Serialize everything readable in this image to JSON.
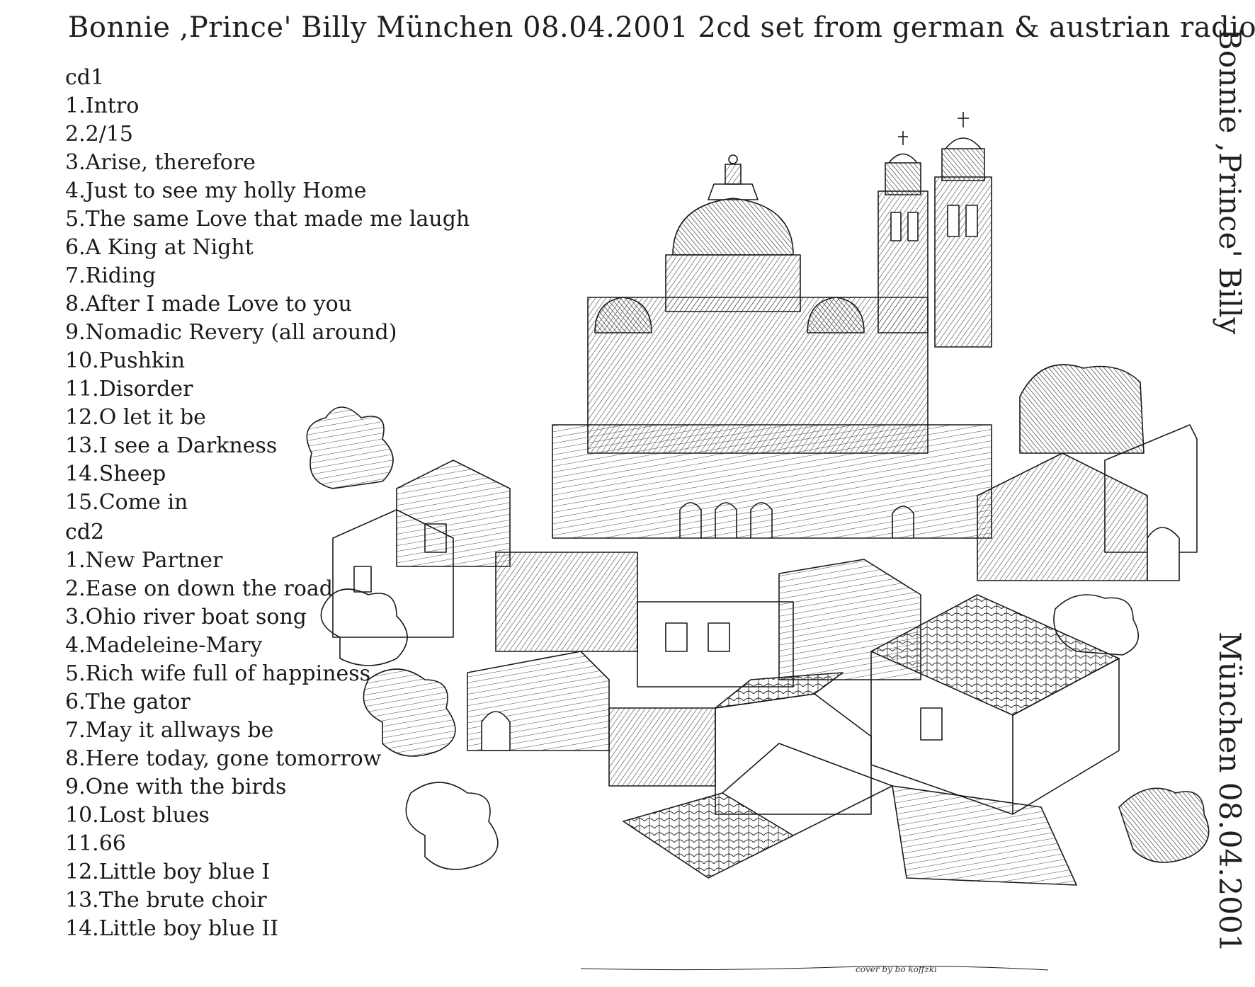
{
  "title": "Bonnie ,Prince' Billy  München 08.04.2001  2cd set from german & austrian radio",
  "spine": {
    "artist": "Bonnie ,Prince' Billy",
    "venue_date": "München  08.04.2001"
  },
  "credit": "cover by bo koffzki",
  "artwork": {
    "subject": "pen-and-ink drawing of a domed church with twin bell towers above a hillside town of tiled rooftops",
    "ink_color": "#1a1a1a"
  },
  "cd1": {
    "label": "cd1",
    "tracks": [
      "1.Intro",
      "2.2/15",
      "3.Arise, therefore",
      "4.Just to see my holly Home",
      "5.The same Love that made me laugh",
      "6.A King at Night",
      "7.Riding",
      "8.After I made Love to you",
      "9.Nomadic Revery (all around)",
      "10.Pushkin",
      "11.Disorder",
      "12.O let it be",
      "13.I see a Darkness",
      "14.Sheep",
      "15.Come in"
    ]
  },
  "cd2": {
    "label": "cd2",
    "tracks": [
      "1.New Partner",
      "2.Ease on down the road",
      "3.Ohio river boat song",
      "4.Madeleine-Mary",
      "5.Rich wife full of happiness",
      "6.The gator",
      "7.May it allways be",
      "8.Here today, gone tomorrow",
      "9.One with the birds",
      "10.Lost blues",
      "11.66",
      "12.Little boy blue I",
      "13.The brute choir",
      "14.Little boy blue II"
    ]
  }
}
